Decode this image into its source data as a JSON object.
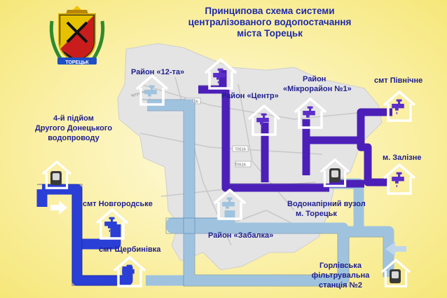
{
  "title": {
    "line1": "Принципова схема системи",
    "line2": "централізованого водопостачання",
    "line3": "міста Торецьк"
  },
  "emblem": {
    "caption": "ТОРЕЦЬК",
    "icon": "city-coat-of-arms-icon"
  },
  "labels": {
    "district_12": "Район «12-та»",
    "district_center": "Район «Центр»",
    "district_micro_1": "Район",
    "district_micro_2": "«Мікрорайон №1»",
    "pivnichne": "смт Північне",
    "zalizne": "м. Залізне",
    "lift_1": "4-й підйом",
    "lift_2": "Другого Донецького",
    "lift_3": "водопроводу",
    "novhorodske": "смт Новгородське",
    "zabalka": "Район «Забалка»",
    "node_1": "Водонапірний вузол",
    "node_2": "м. Торецьк",
    "shcherbynivka": "смт Щербинівка",
    "station_1": "Горлівська",
    "station_2": "фільтрувальна",
    "station_3": "станція №2"
  },
  "map_labels": {
    "road_1": "Т0516",
    "road_2": "Т0516",
    "road_3": "Т0516",
    "street": "Кутузова"
  },
  "colors": {
    "background": "#fff6b3",
    "light_pipe": "#9fc3df",
    "purple_pipe": "#4b1fb8",
    "blue_pipe": "#2a3fd6",
    "house_outline": "#ffffff",
    "map_fill": "#e2e2e2"
  }
}
